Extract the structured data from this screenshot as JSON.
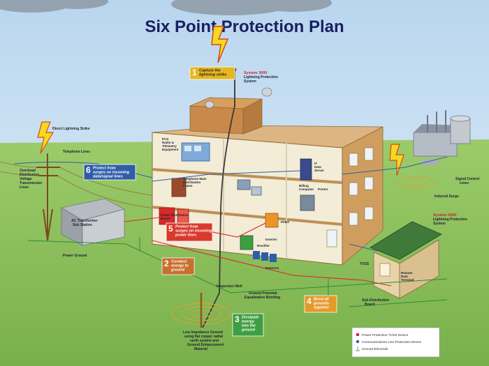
{
  "title": "Six Point Protection Plan",
  "steps": [
    {
      "num": "1",
      "text": [
        "Capture the",
        "lightning strike"
      ],
      "color": "#e6b71e"
    },
    {
      "num": "2",
      "text": [
        "Conduct",
        "energy to",
        "ground"
      ],
      "color": "#c76f2e"
    },
    {
      "num": "3",
      "text": [
        "Dissipate",
        "energy",
        "into the",
        "ground"
      ],
      "color": "#3e9e43"
    },
    {
      "num": "4",
      "text": [
        "Bond all",
        "grounds",
        "together"
      ],
      "color": "#e39a2a"
    },
    {
      "num": "5",
      "text": [
        "Protect from",
        "surges on incoming",
        "power lines"
      ],
      "color": "#d83a2e"
    },
    {
      "num": "6",
      "text": [
        "Protect from",
        "surges on incoming",
        "data/signal lines"
      ],
      "color": "#2f5ea8"
    }
  ],
  "system3000": {
    "title": "System 3000",
    "sub": [
      "Lightning Protection",
      "System"
    ]
  },
  "system2000": {
    "title": "System 2000",
    "sub": [
      "Lightning Protection",
      "System"
    ]
  },
  "labels": {
    "direct_strike": "Direct Lightning Strike",
    "telephone_lines": "Telephone Lines",
    "overhead": [
      "Overhead",
      "Distribution",
      "Voltage",
      "Transmission",
      "Lines"
    ],
    "ac_substation": [
      "AC Transformer",
      "Sub Station"
    ],
    "power_ground": "Power Ground",
    "pcs": [
      "PCS",
      "Radio &",
      "Telemetry",
      "Equipment"
    ],
    "telephone_main": [
      "Telephone Main",
      "Distribution",
      "Frame"
    ],
    "power_distribution": [
      "Power Distribution",
      "Board"
    ],
    "it_server": [
      "IT",
      "Data",
      "Server"
    ],
    "billing": [
      "Billing",
      "Computer"
    ],
    "printer": "Printer",
    "pabx": "PABX",
    "inverter": "Inverter",
    "rectifier": "Rectifier",
    "batteries": "Batteries",
    "inspection_well": "Inspection Well",
    "ground_bonding": [
      "Ground Potential",
      "Equalization Bonding"
    ],
    "low_impedance": [
      "Low Impedance Ground",
      "using flat copper radial",
      "earth system and",
      "Ground Enhancement",
      "Material"
    ],
    "signal_control": [
      "Signal Control",
      "Lines"
    ],
    "induced_surge": "Induced Surge",
    "tvss": "TVSS",
    "remote_data": [
      "Remote",
      "Data",
      "Terminal"
    ],
    "sub_distribution": [
      "Sub-Distribution",
      "Board"
    ]
  },
  "legend": [
    {
      "icon": "power-tvss-icon",
      "text": "Power Protection TVSS Device"
    },
    {
      "icon": "comm-protection-icon",
      "text": "Communications Line Protection Device"
    },
    {
      "icon": "ground-electrode-icon",
      "text": "Ground Electrode"
    }
  ],
  "colors": {
    "power_line": "#d8282a",
    "data_line": "#2f5ea8",
    "ground_line": "#2e8b3a",
    "building": "#cf9e5e",
    "grass": "#8fc060",
    "sky": "#cfe3f4"
  }
}
